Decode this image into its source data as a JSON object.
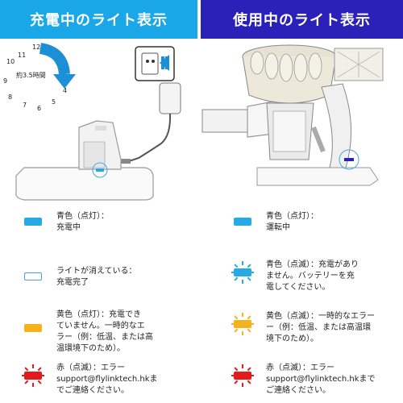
{
  "banners": {
    "left": "充電中のライト表示",
    "right": "使用中のライト表示"
  },
  "clock": {
    "numbers": [
      "12",
      "11",
      "10",
      "9",
      "8",
      "7",
      "6",
      "5",
      "4"
    ],
    "duration_label": "約3.5時間"
  },
  "colors": {
    "left_banner": "#1aa7e8",
    "right_banner": "#2b21b8",
    "blue_light": "#27a9e6",
    "yellow_light": "#f6b21d",
    "red_light": "#e41b1b"
  },
  "charging_legend": [
    {
      "indicator": "solid-blue",
      "lines": [
        "青色（点灯）：",
        "充電中"
      ]
    },
    {
      "indicator": "off-outline",
      "lines": [
        "ライトが消えている：",
        "充電完了"
      ]
    },
    {
      "indicator": "solid-yellow",
      "lines": [
        "黄色（点灯）：充電でき",
        "ていません。一時的なエ",
        "ラー（例：低温、または高",
        "温環境下のため）。"
      ]
    },
    {
      "indicator": "flashing-red",
      "lines": [
        "赤（点滅）：エラー",
        "support@flylinktech.hkま",
        "でご連絡ください。"
      ]
    }
  ],
  "usage_legend": [
    {
      "indicator": "solid-blue",
      "lines": [
        "青色（点灯）：",
        "運転中"
      ]
    },
    {
      "indicator": "flashing-blue",
      "lines": [
        "青色（点滅）：充電があり",
        "ません。バッテリーを充",
        "電してください。"
      ]
    },
    {
      "indicator": "flashing-yellow",
      "lines": [
        "黄色（点滅）：一時的なエラー",
        "ー（例：低温、または高温環",
        "境下のため）。"
      ]
    },
    {
      "indicator": "flashing-red",
      "lines": [
        "赤（点滅）：エラー",
        "support@flylinktech.hkまで",
        "ご連絡ください。"
      ]
    }
  ]
}
